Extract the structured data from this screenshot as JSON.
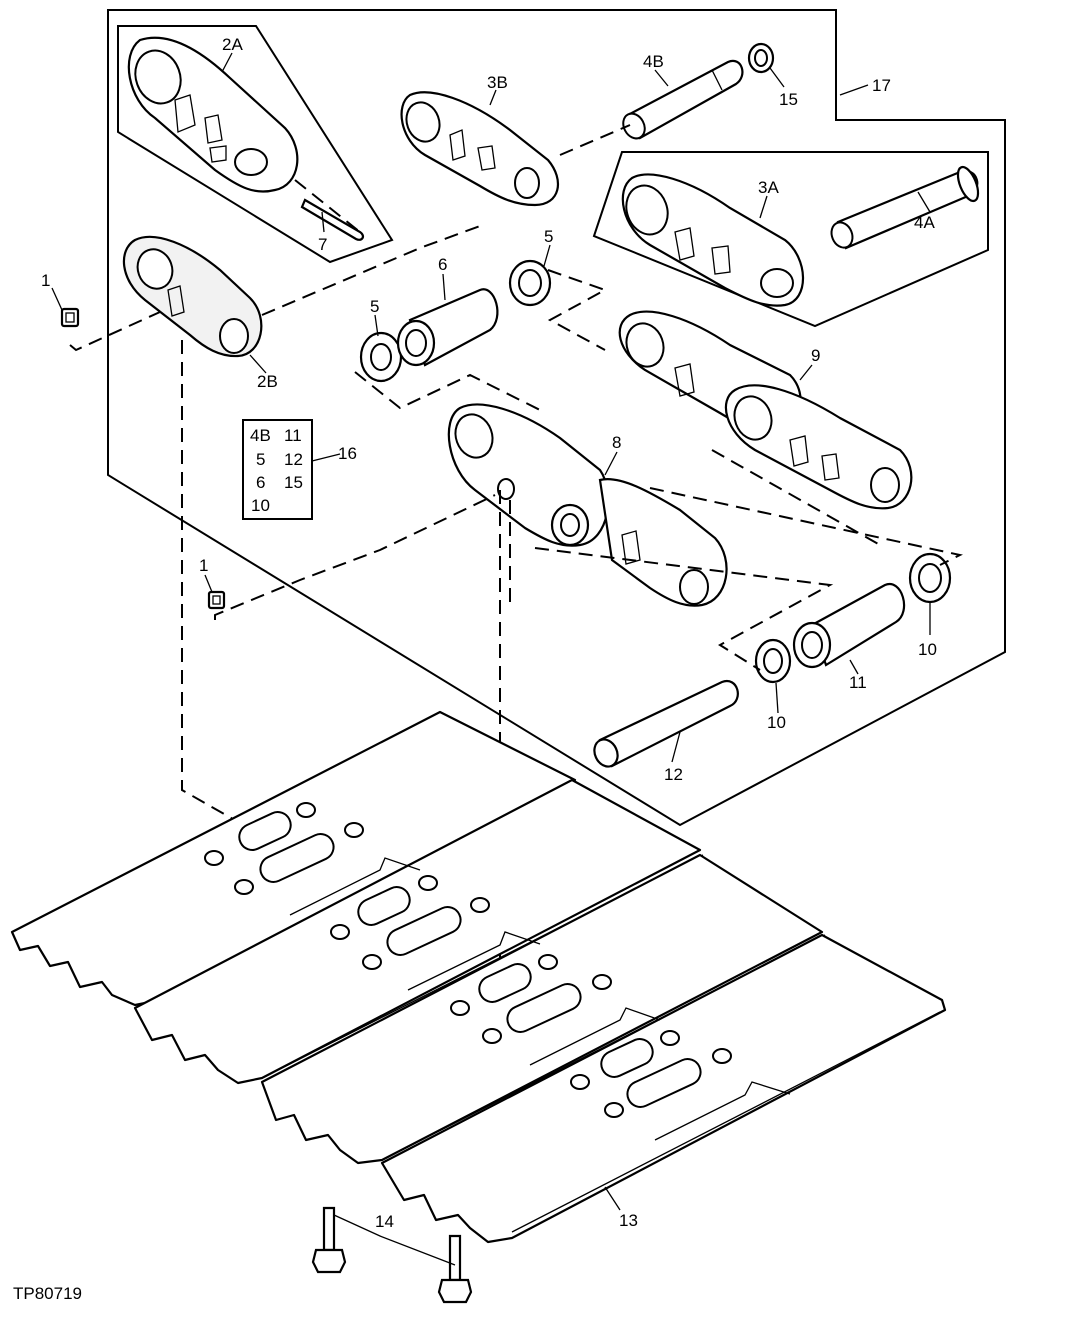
{
  "drawing_id": "TP80719",
  "callouts": {
    "c1a": "1",
    "c1b": "1",
    "c2A": "2A",
    "c2B": "2B",
    "c3A": "3A",
    "c3B": "3B",
    "c4A": "4A",
    "c4B": "4B",
    "c5a": "5",
    "c5b": "5",
    "c6": "6",
    "c7": "7",
    "c8": "8",
    "c9": "9",
    "c10a": "10",
    "c10b": "10",
    "c11": "11",
    "c12": "12",
    "c13": "13",
    "c14": "14",
    "c15": "15",
    "c16": "16",
    "c17": "17"
  },
  "kit_table": {
    "rows": [
      [
        "4B",
        "11"
      ],
      [
        "5",
        "12"
      ],
      [
        "6",
        "15"
      ],
      [
        "10",
        ""
      ]
    ]
  }
}
